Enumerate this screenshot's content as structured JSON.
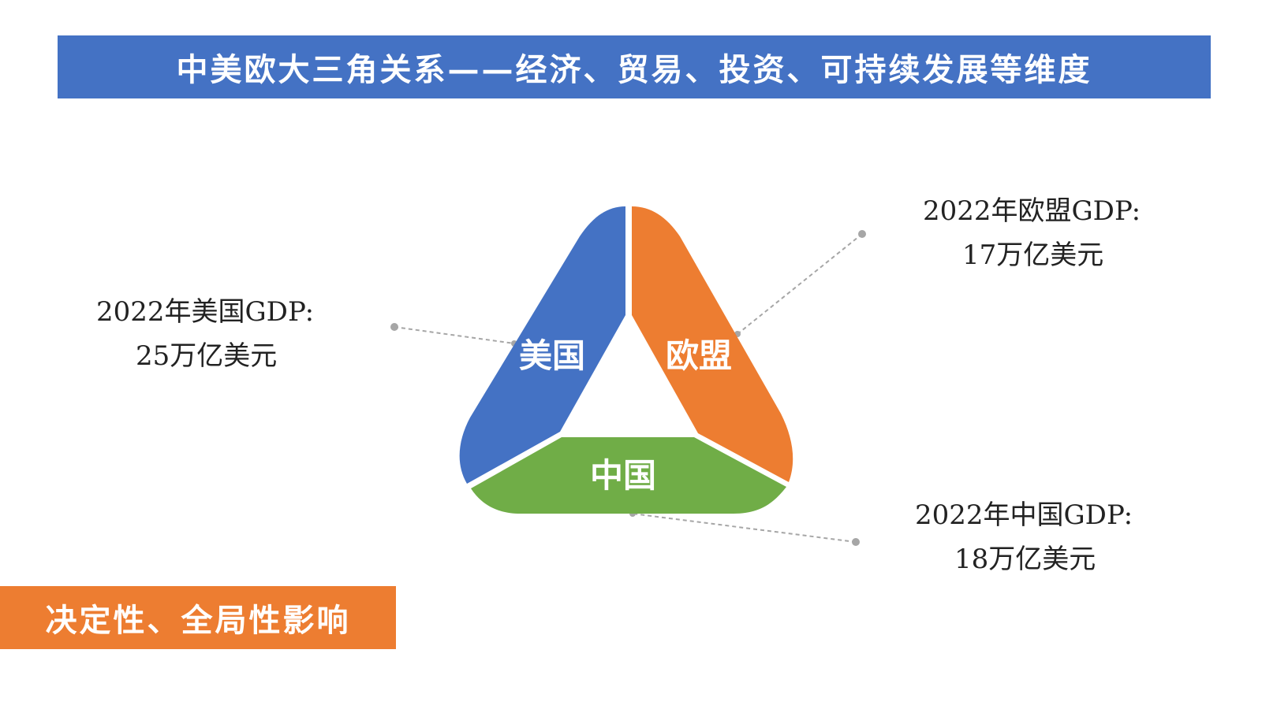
{
  "title": "中美欧大三角关系——经济、贸易、投资、可持续发展等维度",
  "badge": "决定性、全局性影响",
  "colors": {
    "title_bar": "#4472c4",
    "badge": "#ed7d31",
    "usa": "#4472c4",
    "eu": "#ed7d31",
    "china": "#70ad47",
    "leader": "#a6a6a6"
  },
  "diagram": {
    "segments": {
      "usa": "美国",
      "eu": "欧盟",
      "china": "中国"
    }
  },
  "callouts": {
    "usa": {
      "line1": "2022年美国GDP:",
      "line2": "25万亿美元"
    },
    "eu": {
      "line1": "2022年欧盟GDP:",
      "line2": "17万亿美元"
    },
    "china": {
      "line1": "2022年中国GDP:",
      "line2": "18万亿美元"
    }
  }
}
